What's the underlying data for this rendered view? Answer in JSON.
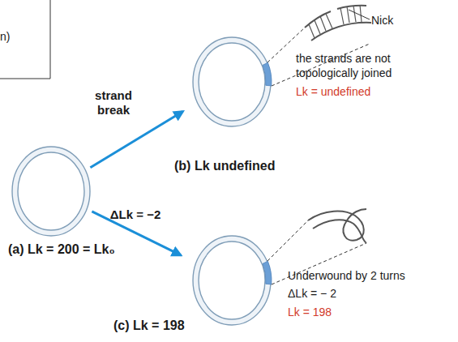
{
  "diagram": {
    "nodes": [
      {
        "text": [
          "(a) Lk = 200 = Lk₀"
        ]
      },
      {
        "text": [
          "(b) Lk undefined"
        ]
      },
      {
        "text": [
          "(c) Lk = 198"
        ]
      }
    ],
    "edges": [
      {
        "from": 0,
        "to": 1,
        "arrow": "to",
        "label": "strand break"
      },
      {
        "from": 0,
        "to": 2,
        "arrow": "to",
        "label": "ΔLk = −2"
      }
    ],
    "labels": [
      "n)",
      "Nick",
      "the strands are not topologically joined",
      "Lk = undefined",
      "Underwound by 2 turns",
      "ΔLk = − 2",
      "Lk = 198"
    ]
  }
}
